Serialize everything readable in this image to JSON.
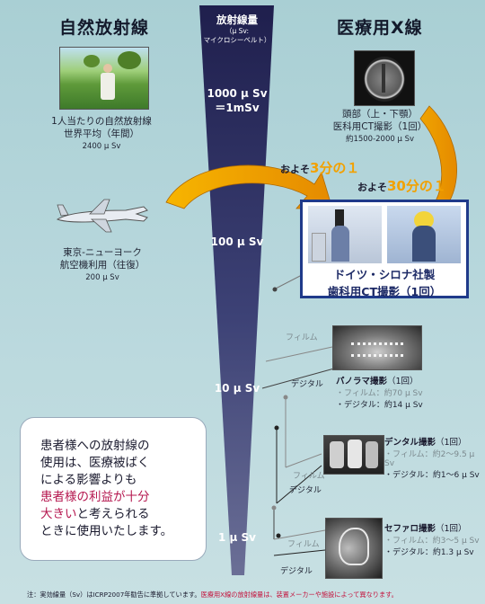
{
  "left": {
    "title": "自然放射線",
    "natural": {
      "line1": "1人当たりの自然放射線",
      "line2": "世界平均（年間）",
      "value": "2400 μ Sv"
    },
    "flight": {
      "line1": "東京-ニューヨーク",
      "line2": "航空機利用（往復）",
      "value": "200 μ Sv"
    }
  },
  "right": {
    "title": "医療用X線",
    "head_ct": {
      "line1": "頭部（上・下顎）",
      "line2": "医科用CT撮影（1回）",
      "value": "約1500-2000 μ Sv"
    },
    "sirona": {
      "line1": "ドイツ・シロナ社製",
      "line2": "歯科用CT撮影（1回）"
    },
    "panorama": {
      "name": "パノラマ撮影",
      "count": "（1回）",
      "film": "・フィルム：約70 μ Sv",
      "digital": "・デジタル：約14 μ Sv"
    },
    "dental": {
      "name": "デンタル撮影",
      "count": "（1回）",
      "film": "・フィルム：約2～9.5 μ Sv",
      "digital": "・デジタル：約1～6 μ Sv"
    },
    "cephalo": {
      "name": "セファロ撮影",
      "count": "（1回）",
      "film": "・フィルム：約3～5 μ Sv",
      "digital": "・デジタル：約1.3 μ Sv"
    }
  },
  "bar": {
    "header": "放射線量",
    "unit_line1": "（μ Sv:",
    "unit_line2": "マイクロシーベルト）",
    "levels": [
      "1000 μ Sv",
      "100 μ Sv",
      "10 μ Sv",
      "1 μ Sv"
    ],
    "levels_sub": [
      "＝1mSv"
    ]
  },
  "ratios": {
    "approx": "およそ",
    "one_third": "3分の１",
    "one_thirtieth": "30分の１"
  },
  "tags": {
    "film": "フィルム",
    "digital": "デジタル"
  },
  "note": {
    "line1": "患者様への放射線の",
    "line2": "使用は、医療被ばく",
    "line3": "による影響よりも",
    "line4": "患者様の利益が十分",
    "line5a": "大きい",
    "line5b": "と考えられる",
    "line6": "ときに使用いたします。"
  },
  "footer": {
    "part1": "注：実効線量（Sv）はICRP2007年勧告に準拠しています。",
    "part2": "医療用X線の放射線量は、装置メーカーや施設によって異なります。"
  },
  "colors": {
    "background": "#b7d7dc",
    "bar_dark": "#1f1f4d",
    "arrow": "#f2a100",
    "highlight": "#b5174f",
    "box_border": "#1f3a8a"
  }
}
